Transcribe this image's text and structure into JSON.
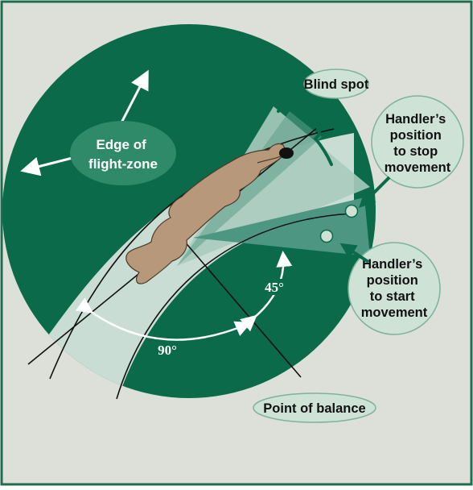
{
  "diagram": {
    "labels": {
      "blind_spot": "Blind spot",
      "edge_of_flight_zone": [
        "Edge of",
        "flight-zone"
      ],
      "handler_stop": [
        "Handler’s",
        "position",
        "to stop",
        "movement"
      ],
      "handler_start": [
        "Handler’s",
        "position",
        "to start",
        "movement"
      ],
      "point_of_balance": "Point of balance"
    },
    "angles": {
      "angle_45": "45°",
      "angle_90": "90°"
    },
    "colors": {
      "background": "#dde0d8",
      "border": "#1f6d4e",
      "flight_zone": "#0a6a4a",
      "corridor": "#c9ddd5",
      "sector": "#4d9682",
      "callout_fill": "#cfe2d6",
      "callout_edge": "#7fb29c",
      "animal": "#b8987a"
    },
    "icons": [
      "arrow-icon",
      "bracket-icon",
      "handler-circle-icon"
    ]
  }
}
